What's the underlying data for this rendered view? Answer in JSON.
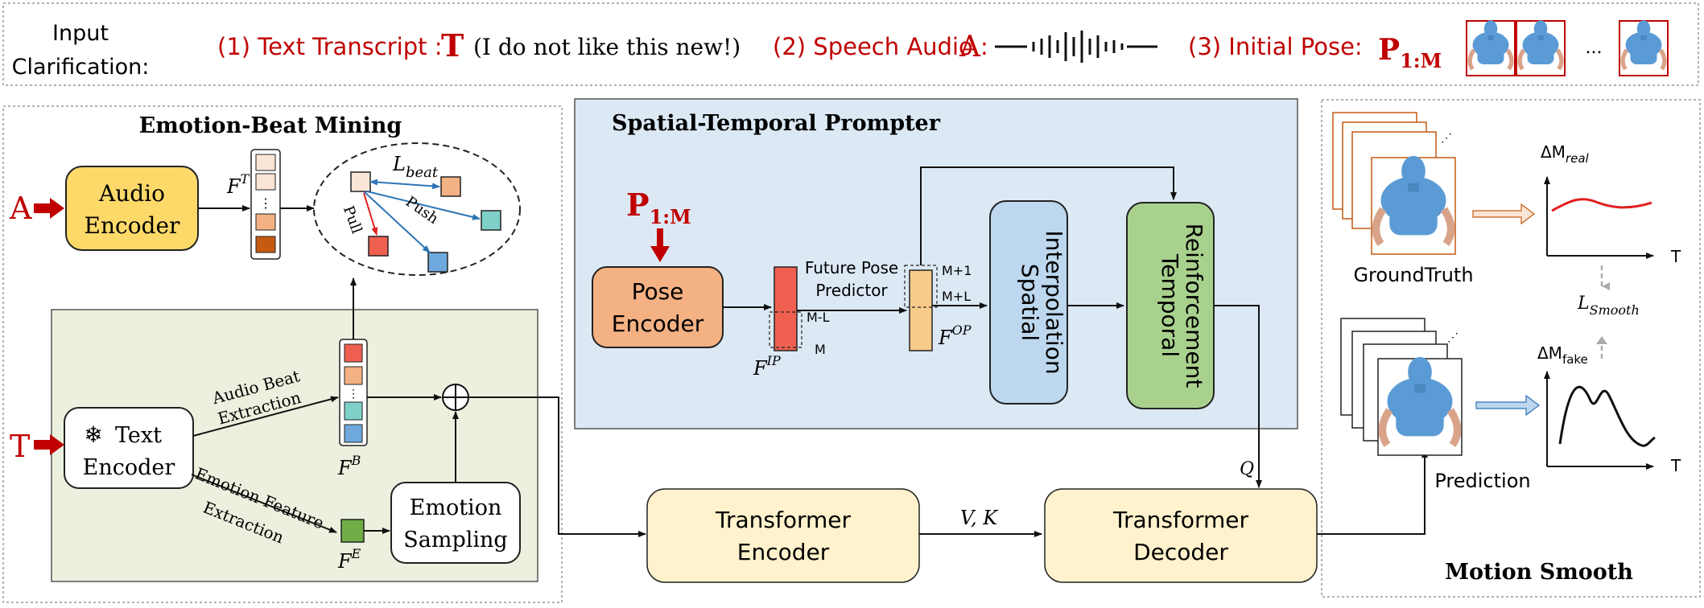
{
  "input_bar": {
    "label_line1": "Input",
    "label_line2": "Clarification:",
    "text_label": "(1) Text Transcript :",
    "text_symbol": "T",
    "text_example": "(I do not like this new!)",
    "audio_label": "(2) Speech Audio :",
    "audio_symbol": "A",
    "pose_label": "(3) Initial Pose:",
    "pose_symbol": "P",
    "pose_subscript": "1:M",
    "ellipsis": "..."
  },
  "emotion_beat": {
    "title": "Emotion-Beat Mining",
    "audio_input": "A",
    "text_input": "T",
    "audio_encoder": [
      "Audio",
      "Encoder"
    ],
    "text_encoder": [
      "Text",
      "Encoder"
    ],
    "snowflake": "❄",
    "ft_label": "F",
    "ft_sup": "T",
    "l_beat": "L",
    "l_beat_sub": "beat",
    "pull": "Pull",
    "push": "Push",
    "audio_beat": [
      "Audio Beat",
      "Extraction"
    ],
    "emotion_feature": [
      "Emotion Feature",
      "Extraction"
    ],
    "fb_label": "F",
    "fb_sup": "B",
    "fe_label": "F",
    "fe_sup": "E",
    "emotion_sampling": [
      "Emotion",
      "Sampling"
    ],
    "dots": "⋮"
  },
  "prompter": {
    "title": "Spatial-Temporal Prompter",
    "pose_input": "P",
    "pose_input_sub": "1:M",
    "pose_encoder": [
      "Pose",
      "Encoder"
    ],
    "fip_label": "F",
    "fip_sup": "IP",
    "m_minus_l": "M-L",
    "m": "M",
    "future_pose": [
      "Future Pose",
      "Predictor"
    ],
    "m_plus_1": "M+1",
    "m_plus_l": "M+L",
    "fop_label": "F",
    "fop_sup": "OP",
    "spatial": [
      "Spatial",
      "Interpolation"
    ],
    "temporal": [
      "Temporal",
      "Reinforcement"
    ]
  },
  "transformer": {
    "encoder": [
      "Transformer",
      "Encoder"
    ],
    "decoder": [
      "Transformer",
      "Decoder"
    ],
    "vk": "V, K",
    "q": "Q"
  },
  "motion_smooth": {
    "title": "Motion Smooth",
    "groundtruth": "GroundTruth",
    "prediction": "Prediction",
    "dm_real": "ΔM",
    "dm_real_sub": "real",
    "dm_fake": "ΔM",
    "dm_fake_sub": "fake",
    "l_smooth": "L",
    "l_smooth_sub": "Smooth",
    "t_axis": "T"
  },
  "colors": {
    "red": "#c00000",
    "audio_encoder": "#fdd96a",
    "pose_encoder": "#f4b183",
    "spatial": "#bdd7ee",
    "temporal": "#a9d18e",
    "transformer": "#fff2cc",
    "green_panel": "#ebf1de",
    "blue_panel": "#dce9f5",
    "body_blue": "#5b9bd5"
  }
}
